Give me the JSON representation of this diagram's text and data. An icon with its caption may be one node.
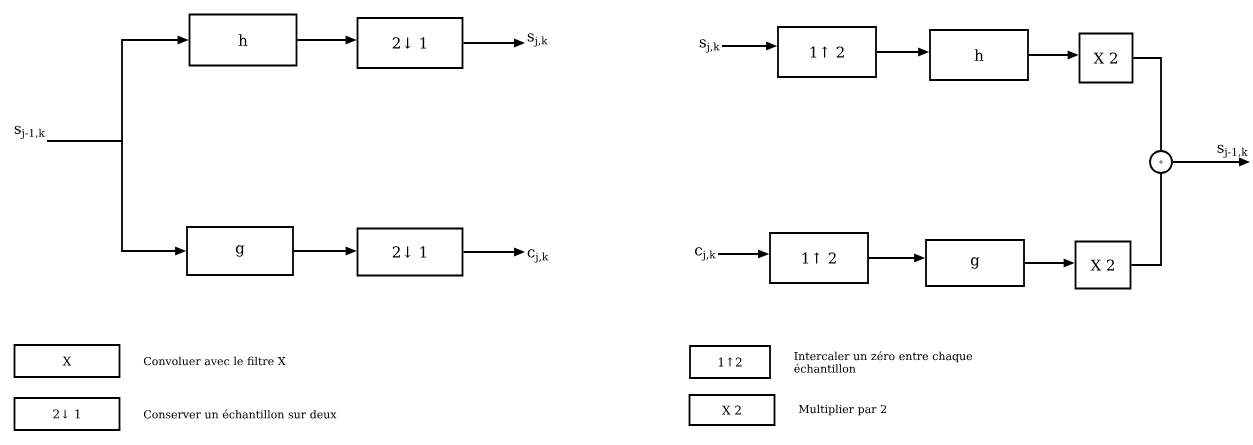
{
  "diagram": {
    "nodes": [
      {
        "text": [
          "s$_{j-1,k}$"
        ]
      },
      {
        "text": [
          "h"
        ]
      },
      {
        "text": [
          "2↓ 1"
        ]
      },
      {
        "text": [
          "s$_{j,k}$"
        ]
      },
      {
        "text": [
          "g"
        ]
      },
      {
        "text": [
          "2↓ 1"
        ]
      },
      {
        "text": [
          "c$_{j,k}$"
        ]
      },
      {
        "text": [
          "s$_{j,k}$"
        ]
      },
      {
        "text": [
          "1↑ 2"
        ]
      },
      {
        "text": [
          "h"
        ]
      },
      {
        "text": [
          "X 2"
        ]
      },
      {
        "text": [
          "c$_{j,k}$"
        ]
      },
      {
        "text": [
          "1↑ 2"
        ]
      },
      {
        "text": [
          "g"
        ]
      },
      {
        "text": [
          "X 2"
        ]
      },
      {
        "text": [
          "+"
        ]
      },
      {
        "text": [
          "s$_{j-1,k}$"
        ]
      },
      {
        "text": [
          "X"
        ],
        "beside": [
          "Convoluer avec le filtre X"
        ]
      },
      {
        "text": [
          "2↓ 1"
        ],
        "beside": [
          "Conserver un échantillon sur deux"
        ]
      },
      {
        "text": [
          "1↑2"
        ],
        "beside": [
          "Intercaler un zéro entre chaque échantillon"
        ]
      },
      {
        "text": [
          "X 2"
        ],
        "beside": [
          "Multiplier par 2"
        ]
      }
    ],
    "edges": [
      {
        "from": 0,
        "to": 1,
        "arrow": "to"
      },
      {
        "from": 0,
        "to": 4,
        "arrow": "to"
      },
      {
        "from": 1,
        "to": 2,
        "arrow": "to"
      },
      {
        "from": 2,
        "to": 3,
        "arrow": "to"
      },
      {
        "from": 4,
        "to": 5,
        "arrow": "to"
      },
      {
        "from": 5,
        "to": 6,
        "arrow": "to"
      },
      {
        "from": 7,
        "to": 8,
        "arrow": "to"
      },
      {
        "from": 8,
        "to": 9,
        "arrow": "to"
      },
      {
        "from": 9,
        "to": 10,
        "arrow": "to"
      },
      {
        "from": 10,
        "to": 15,
        "arrow": "none"
      },
      {
        "from": 11,
        "to": 12,
        "arrow": "to"
      },
      {
        "from": 12,
        "to": 13,
        "arrow": "to"
      },
      {
        "from": 13,
        "to": 14,
        "arrow": "to"
      },
      {
        "from": 14,
        "to": 15,
        "arrow": "none"
      },
      {
        "from": 15,
        "to": 16,
        "arrow": "to"
      }
    ]
  }
}
